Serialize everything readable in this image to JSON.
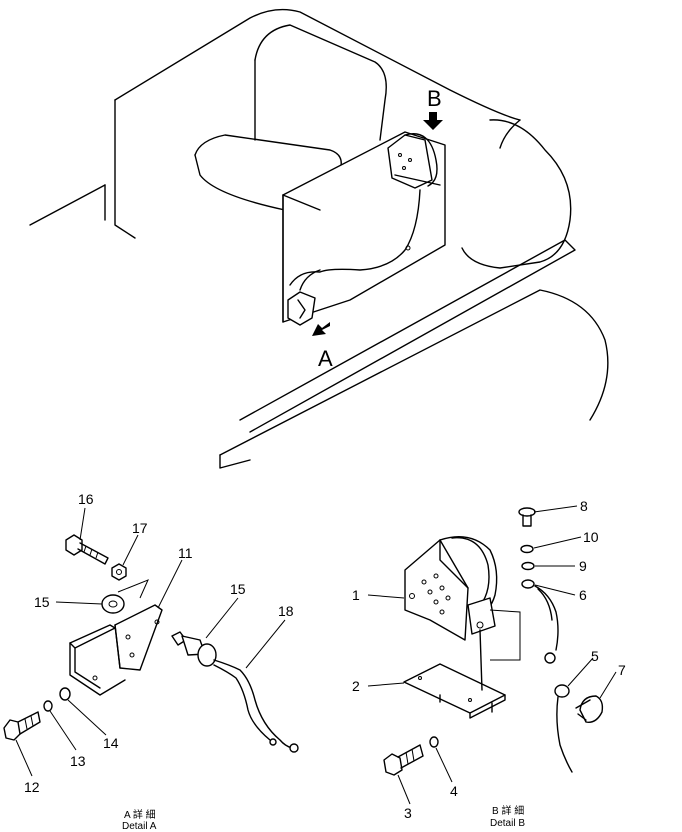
{
  "view_markers": {
    "a": "A",
    "b": "B"
  },
  "callouts": {
    "c1": "1",
    "c2": "2",
    "c3": "3",
    "c4": "4",
    "c5": "5",
    "c6": "6",
    "c7": "7",
    "c8": "8",
    "c9": "9",
    "c10": "10",
    "c11": "11",
    "c12": "12",
    "c13": "13",
    "c14": "14",
    "c15a": "15",
    "c15b": "15",
    "c16": "16",
    "c17": "17",
    "c18": "18"
  },
  "captions": {
    "detail_a_jp": "A 詳 細",
    "detail_a": "Detail A",
    "detail_b_jp": "B 詳 細",
    "detail_b": "Detail B"
  }
}
